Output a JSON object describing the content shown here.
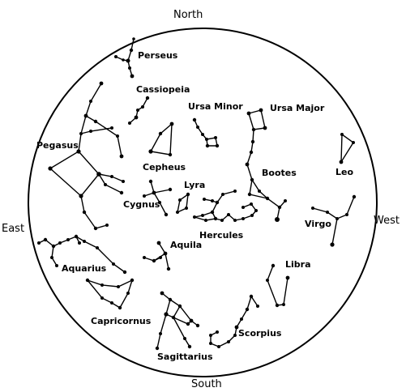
{
  "directions": {
    "north": "North",
    "south": "South",
    "east": "East",
    "west": "West"
  },
  "constellations": {
    "perseus": "Perseus",
    "cassiopeia": "Cassiopeia",
    "ursa_minor": "Ursa Minor",
    "ursa_major": "Ursa Major",
    "pegasus": "Pegasus",
    "cepheus": "Cepheus",
    "bootes": "Bootes",
    "leo": "Leo",
    "lyra": "Lyra",
    "cygnus": "Cygnus",
    "virgo": "Virgo",
    "hercules": "Hercules",
    "aquila": "Aquila",
    "aquarius": "Aquarius",
    "libra": "Libra",
    "capricornus": "Capricornus",
    "scorpius": "Scorpius",
    "sagittarius": "Sagittarius"
  },
  "colors": {
    "ink": "#000000",
    "background": "#ffffff"
  }
}
